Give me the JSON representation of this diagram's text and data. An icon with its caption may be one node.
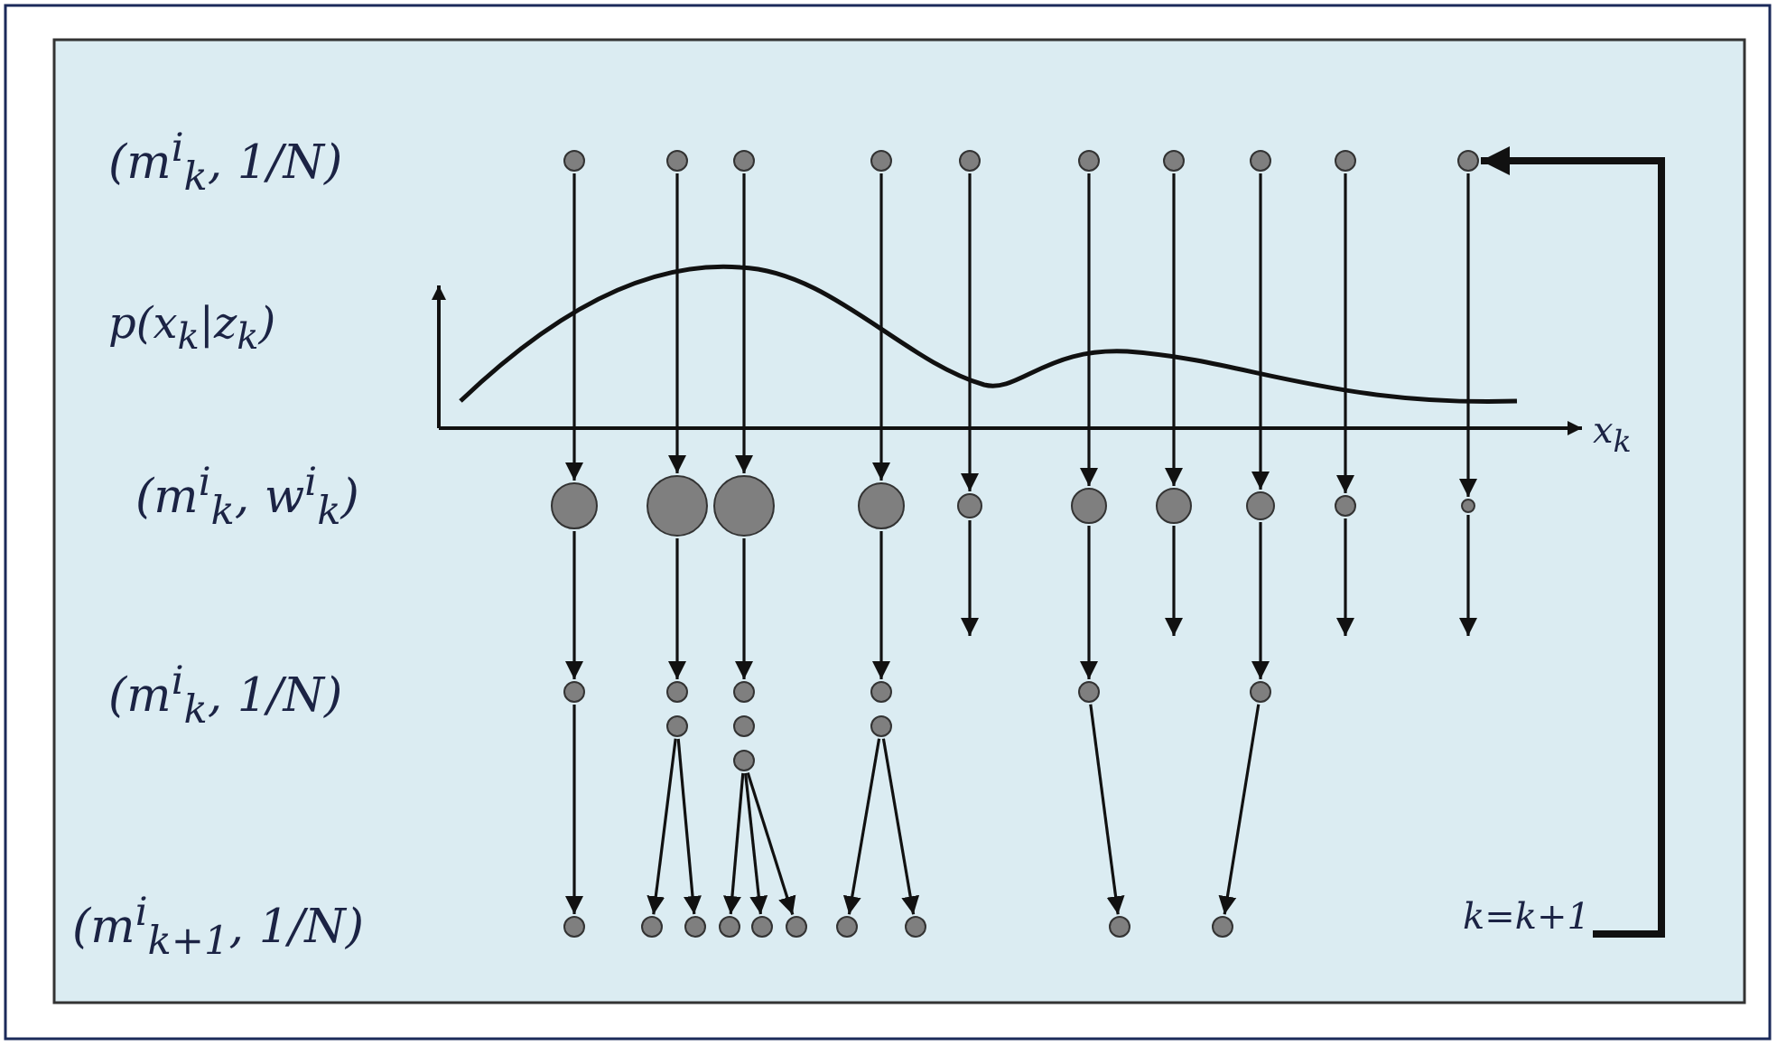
{
  "diagram": {
    "nodes": [
      {
        "text": [],
        "shape": "circle"
      },
      {
        "text": [],
        "shape": "circle"
      },
      {
        "text": [],
        "shape": "circle"
      },
      {
        "text": [],
        "shape": "circle"
      },
      {
        "text": [],
        "shape": "circle"
      },
      {
        "text": [],
        "shape": "circle"
      },
      {
        "text": [],
        "shape": "circle"
      },
      {
        "text": [],
        "shape": "circle"
      },
      {
        "text": [],
        "shape": "circle"
      },
      {
        "text": [],
        "shape": "circle"
      },
      {
        "text": [],
        "shape": "circle"
      },
      {
        "text": [],
        "shape": "circle"
      },
      {
        "text": [],
        "shape": "circle"
      },
      {
        "text": [],
        "shape": "circle"
      },
      {
        "text": [],
        "shape": "circle"
      },
      {
        "text": [],
        "shape": "circle"
      },
      {
        "text": [],
        "shape": "circle"
      },
      {
        "text": [],
        "shape": "circle"
      },
      {
        "text": [],
        "shape": "circle"
      },
      {
        "text": [],
        "shape": "circle"
      },
      {
        "text": [],
        "shape": "circle"
      },
      {
        "text": [],
        "shape": "circle"
      },
      {
        "text": [],
        "shape": "circle"
      },
      {
        "text": [],
        "shape": "circle"
      },
      {
        "text": [],
        "shape": "circle"
      },
      {
        "text": [],
        "shape": "circle"
      },
      {
        "text": [],
        "shape": "circle"
      },
      {
        "text": [],
        "shape": "circle"
      },
      {
        "text": [],
        "shape": "circle"
      },
      {
        "text": [],
        "shape": "circle"
      },
      {
        "text": [],
        "shape": "circle"
      },
      {
        "text": [],
        "shape": "circle"
      },
      {
        "text": [],
        "shape": "circle"
      },
      {
        "text": [],
        "shape": "circle"
      },
      {
        "text": [],
        "shape": "circle"
      },
      {
        "text": [],
        "shape": "circle"
      },
      {
        "text": [],
        "shape": "circle"
      },
      {
        "text": [],
        "shape": "circle"
      },
      {
        "text": [],
        "shape": "circle"
      },
      {
        "text": [],
        "shape": "circle"
      }
    ],
    "edges": [
      {
        "from": 0,
        "to": 10,
        "arrow": "to"
      },
      {
        "from": 1,
        "to": 11,
        "arrow": "to"
      },
      {
        "from": 2,
        "to": 12,
        "arrow": "to"
      },
      {
        "from": 3,
        "to": 13,
        "arrow": "to"
      },
      {
        "from": 4,
        "to": 14,
        "arrow": "to"
      },
      {
        "from": 5,
        "to": 15,
        "arrow": "to"
      },
      {
        "from": 6,
        "to": 16,
        "arrow": "to"
      },
      {
        "from": 7,
        "to": 17,
        "arrow": "to"
      },
      {
        "from": 8,
        "to": 18,
        "arrow": "to"
      },
      {
        "from": 9,
        "to": 19,
        "arrow": "to"
      },
      {
        "from": 10,
        "to": 20,
        "arrow": "to"
      },
      {
        "from": 11,
        "to": 21,
        "arrow": "to"
      },
      {
        "from": 12,
        "to": 23,
        "arrow": "to"
      },
      {
        "from": 13,
        "to": 26,
        "arrow": "to"
      },
      {
        "from": 14,
        "to": null,
        "arrow": "to"
      },
      {
        "from": 15,
        "to": 28,
        "arrow": "to"
      },
      {
        "from": 16,
        "to": null,
        "arrow": "to"
      },
      {
        "from": 17,
        "to": 29,
        "arrow": "to"
      },
      {
        "from": 18,
        "to": null,
        "arrow": "to"
      },
      {
        "from": 19,
        "to": null,
        "arrow": "to"
      },
      {
        "from": 20,
        "to": 30,
        "arrow": "to"
      },
      {
        "from": 22,
        "to": 31,
        "arrow": "to"
      },
      {
        "from": 22,
        "to": 32,
        "arrow": "to"
      },
      {
        "from": 25,
        "to": 33,
        "arrow": "to"
      },
      {
        "from": 25,
        "to": 34,
        "arrow": "to"
      },
      {
        "from": 25,
        "to": 35,
        "arrow": "to"
      },
      {
        "from": 27,
        "to": 36,
        "arrow": "to"
      },
      {
        "from": 27,
        "to": 37,
        "arrow": "to"
      },
      {
        "from": 28,
        "to": 38,
        "arrow": "to"
      },
      {
        "from": 29,
        "to": 39,
        "arrow": "to"
      },
      {
        "from": null,
        "to": 9,
        "arrow": "to",
        "label": "k=k+1",
        "style": "thick"
      }
    ],
    "labels": [
      "(m$^{i}$$_{k}$, 1/N)",
      "p(x$_{k}$|z$_{k}$)",
      "x$_{k}$",
      "(m$^{i}$$_{k}$, w$^{i}$$_{k}$)",
      "(m$^{i}$$_{k}$, 1/N)",
      "(m$^{i}$$_{k+1}$, 1/N)"
    ]
  }
}
